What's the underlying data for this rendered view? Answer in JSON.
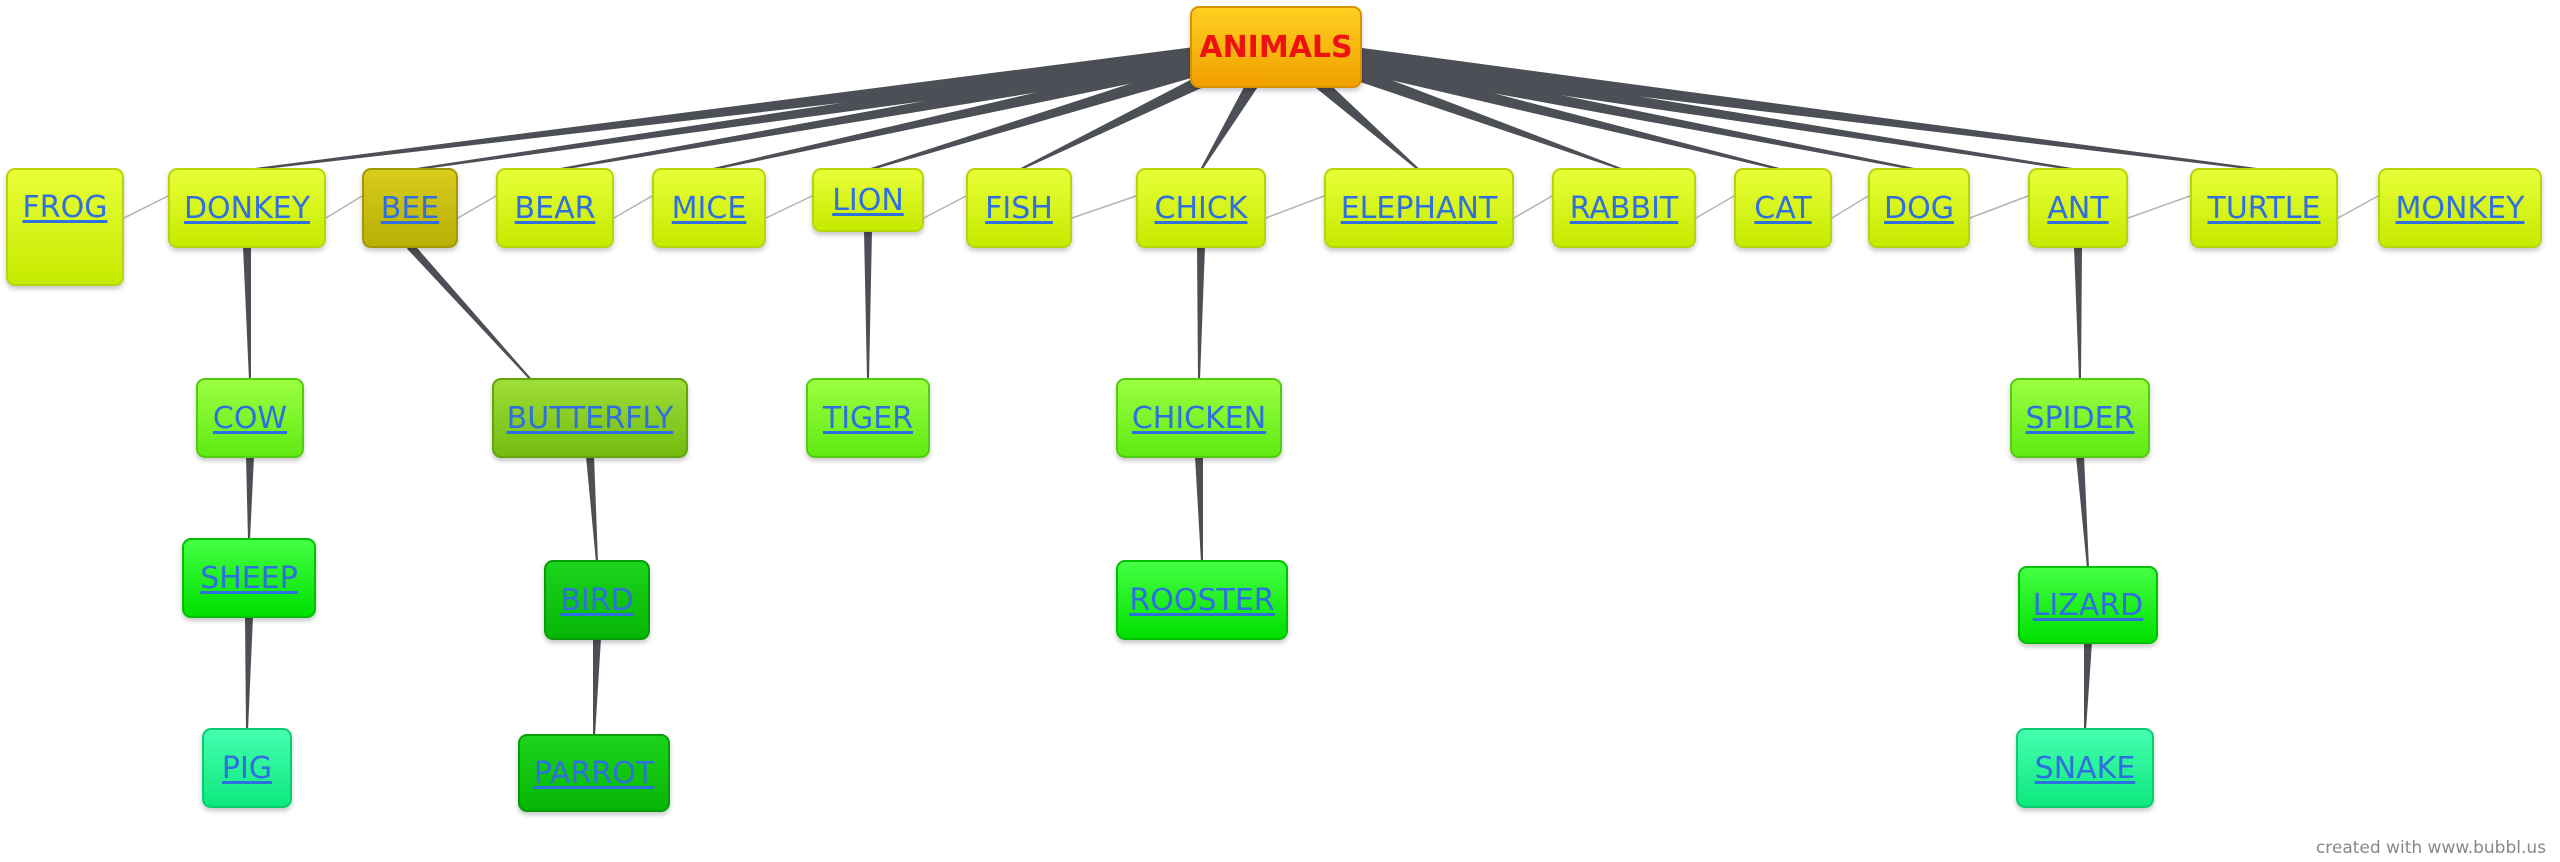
{
  "root": {
    "label": "ANIMALS",
    "color": "#ee1111"
  },
  "nodes": [
    {
      "id": "frog",
      "label": "FROG"
    },
    {
      "id": "donkey",
      "label": "DONKEY"
    },
    {
      "id": "bee",
      "label": "BEE"
    },
    {
      "id": "bear",
      "label": "BEAR"
    },
    {
      "id": "mice",
      "label": "MICE"
    },
    {
      "id": "lion",
      "label": "LION"
    },
    {
      "id": "fish",
      "label": "FISH"
    },
    {
      "id": "chick",
      "label": "CHICK"
    },
    {
      "id": "elephant",
      "label": "ELEPHANT"
    },
    {
      "id": "rabbit",
      "label": "RABBIT"
    },
    {
      "id": "cat",
      "label": "CAT"
    },
    {
      "id": "dog",
      "label": "DOG"
    },
    {
      "id": "ant",
      "label": "ANT"
    },
    {
      "id": "turtle",
      "label": "TURTLE"
    },
    {
      "id": "monkey",
      "label": "MONKEY"
    },
    {
      "id": "cow",
      "label": "COW"
    },
    {
      "id": "sheep",
      "label": "SHEEP"
    },
    {
      "id": "pig",
      "label": "PIG"
    },
    {
      "id": "butterfly",
      "label": "BUTTERFLY"
    },
    {
      "id": "bird",
      "label": "BIRD"
    },
    {
      "id": "parrot",
      "label": "PARROT"
    },
    {
      "id": "tiger",
      "label": "TIGER"
    },
    {
      "id": "chicken",
      "label": "CHICKEN"
    },
    {
      "id": "rooster",
      "label": "ROOSTER"
    },
    {
      "id": "spider",
      "label": "SPIDER"
    },
    {
      "id": "lizard",
      "label": "LIZARD"
    },
    {
      "id": "snake",
      "label": "SNAKE"
    }
  ],
  "edges": [
    [
      "root",
      "donkey"
    ],
    [
      "root",
      "bee"
    ],
    [
      "root",
      "bear"
    ],
    [
      "root",
      "mice"
    ],
    [
      "root",
      "lion"
    ],
    [
      "root",
      "fish"
    ],
    [
      "root",
      "chick"
    ],
    [
      "root",
      "elephant"
    ],
    [
      "root",
      "rabbit"
    ],
    [
      "root",
      "cat"
    ],
    [
      "root",
      "dog"
    ],
    [
      "root",
      "ant"
    ],
    [
      "root",
      "turtle"
    ],
    [
      "donkey",
      "cow"
    ],
    [
      "cow",
      "sheep"
    ],
    [
      "sheep",
      "pig"
    ],
    [
      "bee",
      "butterfly"
    ],
    [
      "butterfly",
      "bird"
    ],
    [
      "bird",
      "parrot"
    ],
    [
      "lion",
      "tiger"
    ],
    [
      "chick",
      "chicken"
    ],
    [
      "chicken",
      "rooster"
    ],
    [
      "ant",
      "spider"
    ],
    [
      "spider",
      "lizard"
    ],
    [
      "lizard",
      "snake"
    ]
  ],
  "links": [
    [
      "frog",
      "donkey"
    ],
    [
      "donkey",
      "bee"
    ],
    [
      "bee",
      "bear"
    ],
    [
      "bear",
      "mice"
    ],
    [
      "mice",
      "lion"
    ],
    [
      "lion",
      "fish"
    ],
    [
      "fish",
      "chick"
    ],
    [
      "chick",
      "elephant"
    ],
    [
      "elephant",
      "rabbit"
    ],
    [
      "rabbit",
      "cat"
    ],
    [
      "cat",
      "dog"
    ],
    [
      "dog",
      "ant"
    ],
    [
      "ant",
      "turtle"
    ],
    [
      "turtle",
      "monkey"
    ]
  ],
  "colors": {
    "edge": "#4c4f56",
    "link": "#b4b4b4",
    "link_text": "#2f6fdf"
  },
  "credit": "created with www.bubbl.us"
}
